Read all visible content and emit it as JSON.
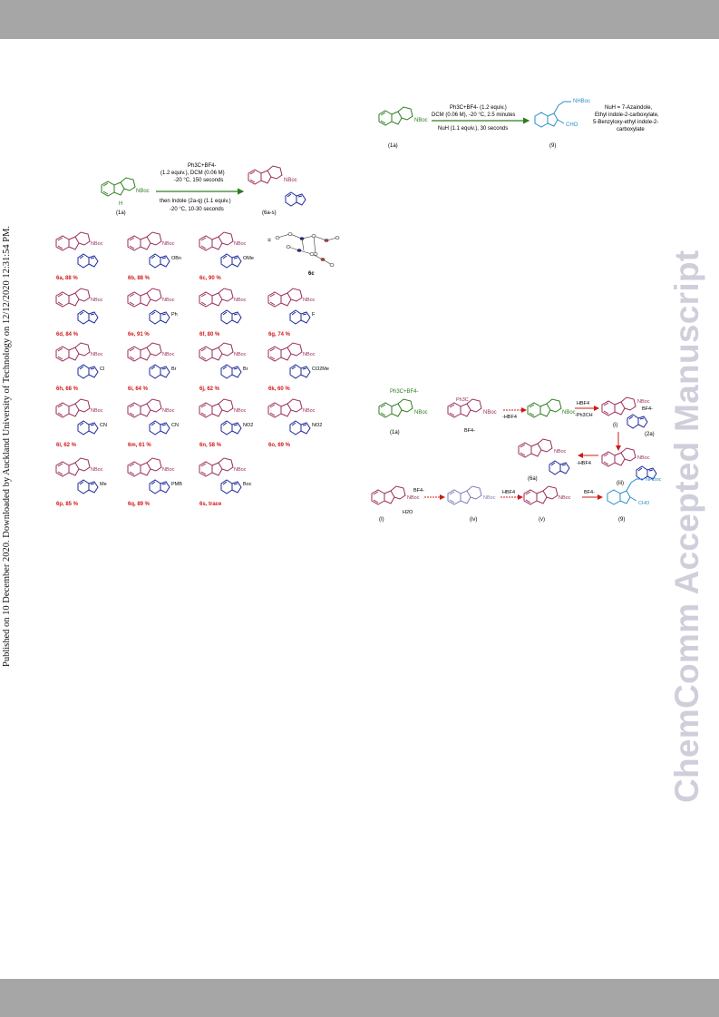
{
  "side_note": "Published on 10 December 2020. Downloaded by Auckland University of Technology on 12/12/2020 12:31:54 PM.",
  "watermark": "ChemComm Accepted Manuscript",
  "scheme_left": {
    "substrate_label": "(1a)",
    "substrate_nboc": "NBoc",
    "substrate_nh": "H",
    "cond_line1": "Ph3C+BF4-",
    "cond_line2": "(1.2 equiv.), DCM (0.06 M)",
    "cond_line3": "-20 °C, 150 seconds",
    "cond_line4": "then Indole (2a-q) (1.1 equiv.)",
    "cond_line5": "-20 °C, 10-30 seconds",
    "product_label": "(6a-s)",
    "xray_label": "6c",
    "equals": "="
  },
  "products": [
    {
      "label": "6a, 88 %",
      "sub": ""
    },
    {
      "label": "6b, 88 %",
      "sub": "OBn"
    },
    {
      "label": "6c, 90 %",
      "sub": "OMe"
    },
    {
      "label": "6d, 84 %",
      "sub": ""
    },
    {
      "label": "6e, 91 %",
      "sub": "Ph"
    },
    {
      "label": "6f, 80 %",
      "sub": ""
    },
    {
      "label": "6g, 74 %",
      "sub": "F"
    },
    {
      "label": "6h, 68 %",
      "sub": "Cl"
    },
    {
      "label": "6i, 64 %",
      "sub": "Br"
    },
    {
      "label": "6j, 62 %",
      "sub": "Br"
    },
    {
      "label": "6k, 60 %",
      "sub": "CO2Me"
    },
    {
      "label": "6l, 62 %",
      "sub": "CN"
    },
    {
      "label": "6m, 61 %",
      "sub": "CN"
    },
    {
      "label": "6n, 58 %",
      "sub": "NO2"
    },
    {
      "label": "6o, 69 %",
      "sub": "NO2"
    },
    {
      "label": "6p, 85 %",
      "sub": "Me"
    },
    {
      "label": "6q, 89 %",
      "sub": "PMB"
    },
    {
      "label": "6s, trace",
      "sub": "Boc"
    }
  ],
  "scheme_right_top": {
    "substrate_label": "(1a)",
    "cond_line1": "Ph3C+BF4- (1.2 equiv.)",
    "cond_line2": "DCM (0.06 M), -20 °C, 2.5 minutes",
    "cond_line3": "NuH (1.1 equiv.), 30 seconds",
    "product_label": "(9)",
    "product_nhboc": "NHBoc",
    "product_cho": "CHO",
    "nuh_line1": "NuH = 7-Azaindole,",
    "nuh_line2": "Ethyl indole-2-carboxylate,",
    "nuh_line3": "5-Benzyloxy-ethyl indole-2-",
    "nuh_line4": "carboxylate"
  },
  "mechanism": {
    "reagent": "Ph3C+BF4-",
    "ph3c": "Ph3C",
    "bf4": "BF4-",
    "minus_hbf4": "-HBF4",
    "hbf4": "HBF4",
    "minus_ph3ch": "-Ph3CH",
    "label_1a": "(1a)",
    "label_i": "(i)",
    "label_2a": "(2a)",
    "label_iii": "(iii)",
    "label_6a": "(6a)",
    "label_i2": "(I)",
    "label_iv": "(iv)",
    "label_v": "(v)",
    "label_9": "(9)",
    "h2o": "H2O",
    "cho": "CHO",
    "nhboc": "NHBoc",
    "nboc": "NBoc"
  },
  "colors": {
    "band": "#a6a6a6",
    "green": "#2f7d1f",
    "magenta": "#9a2b59",
    "blue": "#1c2a9c",
    "cyan": "#2a8ec9",
    "red": "#d01818",
    "watermark": "#cfcfdc"
  }
}
